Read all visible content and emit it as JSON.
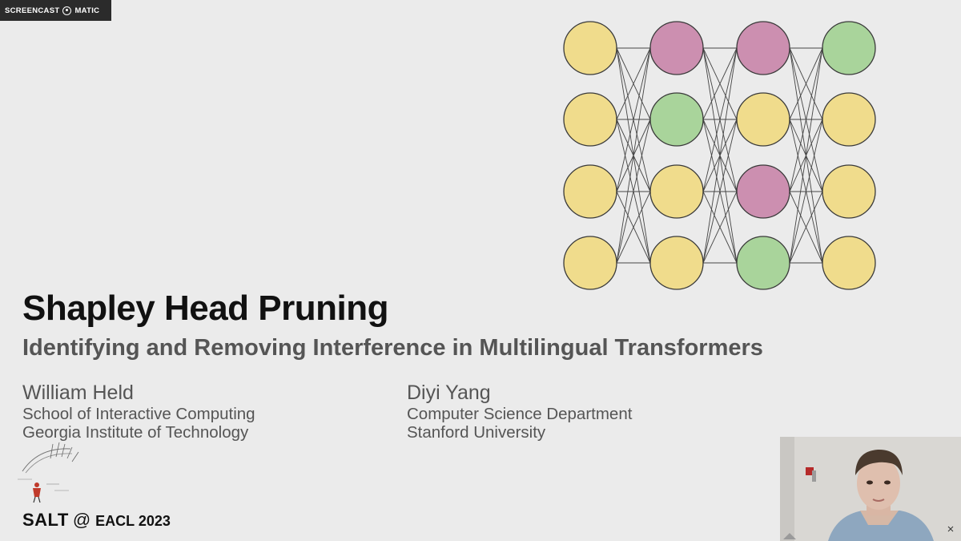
{
  "recorder": {
    "brand_left": "SCREENCAST",
    "brand_right": "MATIC"
  },
  "slide": {
    "title": "Shapley Head Pruning",
    "subtitle": "Identifying and Removing Interference in Multilingual Transformers",
    "authors": [
      {
        "name": "William Held",
        "affiliation_line1": "School of Interactive Computing",
        "affiliation_line2": "Georgia Institute of Technology"
      },
      {
        "name": "Diyi Yang",
        "affiliation_line1": "Computer Science Department",
        "affiliation_line2": "Stanford University"
      }
    ],
    "lab": "SALT",
    "at_symbol": "@",
    "venue": "EACL 2023"
  },
  "network": {
    "colors": {
      "yellow": "#f0dc8c",
      "pink": "#cc8fb0",
      "green": "#a9d49b",
      "edge": "#444444",
      "outline": "#3a3a3a"
    },
    "layers": [
      [
        "yellow",
        "yellow",
        "yellow",
        "yellow"
      ],
      [
        "pink",
        "green",
        "yellow",
        "yellow"
      ],
      [
        "pink",
        "yellow",
        "pink",
        "green"
      ],
      [
        "green",
        "yellow",
        "yellow",
        "yellow"
      ]
    ]
  }
}
